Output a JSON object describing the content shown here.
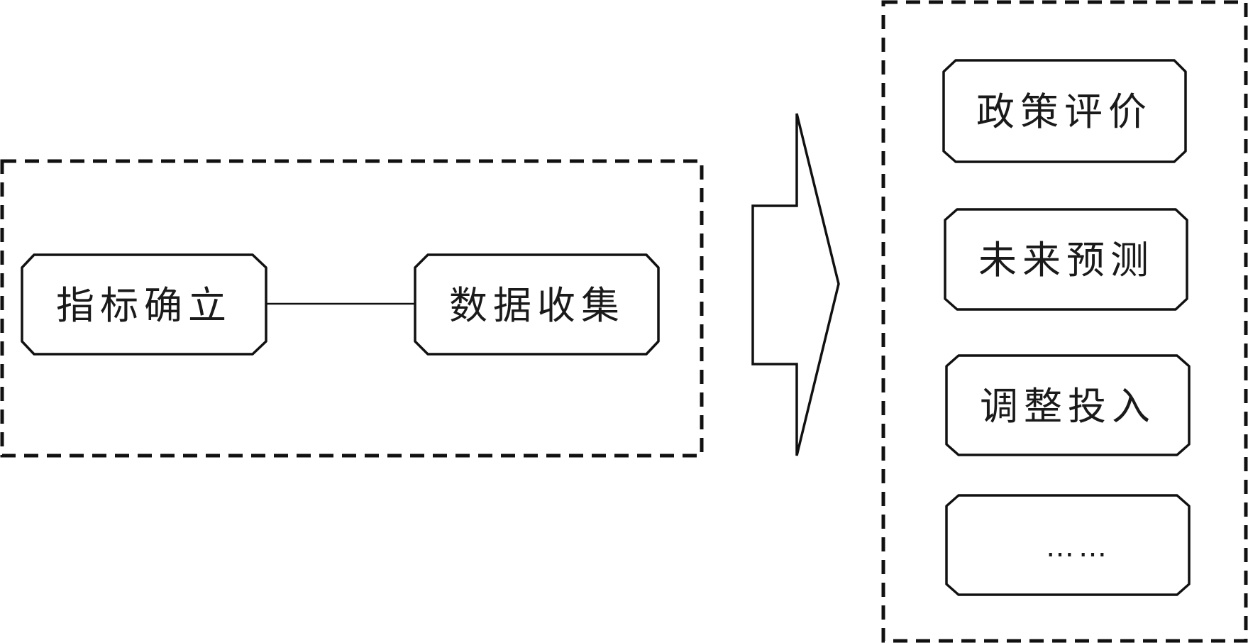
{
  "diagram": {
    "input_group": {
      "steps": [
        {
          "label": "指标确立"
        },
        {
          "label": "数据收集"
        }
      ]
    },
    "output_group": {
      "items": [
        {
          "label": "政策评价"
        },
        {
          "label": "未来预测"
        },
        {
          "label": "调整投入"
        },
        {
          "label": "……"
        }
      ]
    }
  }
}
